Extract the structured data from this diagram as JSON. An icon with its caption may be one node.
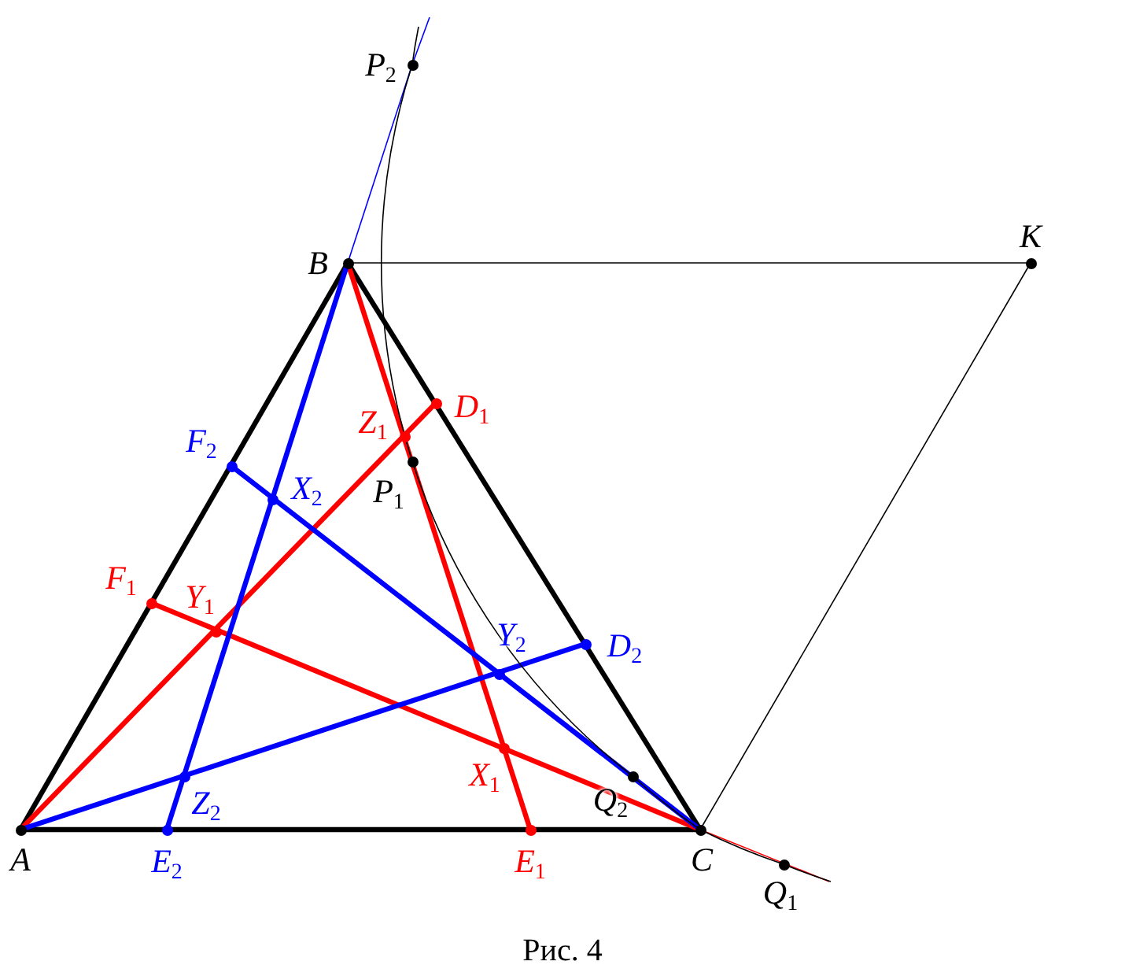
{
  "diagram": {
    "caption": "Рис. 4",
    "nodes": [
      {
        "text": [
          "A"
        ]
      },
      {
        "text": [
          "B"
        ]
      },
      {
        "text": [
          "C"
        ]
      },
      {
        "text": [
          "K"
        ]
      },
      {
        "text": [
          "P$_{2}$"
        ]
      },
      {
        "text": [
          "P$_{1}$"
        ]
      },
      {
        "text": [
          "Q$_{1}$"
        ]
      },
      {
        "text": [
          "Q$_{2}$"
        ]
      },
      {
        "text": [
          "D$_{1}$"
        ]
      },
      {
        "text": [
          "D$_{2}$"
        ]
      },
      {
        "text": [
          "E$_{1}$"
        ]
      },
      {
        "text": [
          "E$_{2}$"
        ]
      },
      {
        "text": [
          "F$_{1}$"
        ]
      },
      {
        "text": [
          "F$_{2}$"
        ]
      },
      {
        "text": [
          "X$_{1}$"
        ]
      },
      {
        "text": [
          "X$_{2}$"
        ]
      },
      {
        "text": [
          "Y$_{1}$"
        ]
      },
      {
        "text": [
          "Y$_{2}$"
        ]
      },
      {
        "text": [
          "Z$_{1}$"
        ]
      },
      {
        "text": [
          "Z$_{2}$"
        ]
      }
    ],
    "edges": [
      {
        "from": 0,
        "to": 1,
        "arrow": "none",
        "style": "thick"
      },
      {
        "from": 1,
        "to": 2,
        "arrow": "none",
        "style": "thick"
      },
      {
        "from": 0,
        "to": 2,
        "arrow": "none",
        "style": "thick"
      },
      {
        "from": 1,
        "to": 3,
        "arrow": "none"
      },
      {
        "from": 3,
        "to": 2,
        "arrow": "none"
      },
      {
        "from": 0,
        "to": 8,
        "arrow": "none",
        "style": "thick",
        "color": "#ff0000"
      },
      {
        "from": 1,
        "to": 10,
        "arrow": "none",
        "style": "thick",
        "color": "#ff0000"
      },
      {
        "from": 12,
        "to": 2,
        "arrow": "none",
        "style": "thick",
        "color": "#ff0000"
      },
      {
        "from": 2,
        "to": null,
        "arrow": "none",
        "color": "#ff0000"
      },
      {
        "from": 0,
        "to": 9,
        "arrow": "none",
        "style": "thick",
        "color": "#0000ff"
      },
      {
        "from": 1,
        "to": 11,
        "arrow": "none",
        "style": "thick",
        "color": "#0000ff"
      },
      {
        "from": 13,
        "to": 2,
        "arrow": "none",
        "style": "thick",
        "color": "#0000ff"
      },
      {
        "from": 1,
        "to": 4,
        "arrow": "none",
        "color": "#0000ff"
      },
      {
        "from": 4,
        "to": 5,
        "arrow": "none"
      },
      {
        "from": 5,
        "to": 7,
        "arrow": "none"
      },
      {
        "from": 7,
        "to": 2,
        "arrow": "none"
      },
      {
        "from": 2,
        "to": 6,
        "arrow": "none"
      },
      {
        "from": 4,
        "to": null,
        "arrow": "none",
        "color": "#0000ff"
      },
      {
        "from": null,
        "to": 4,
        "arrow": "none"
      },
      {
        "from": 6,
        "to": null,
        "arrow": "none"
      }
    ]
  }
}
